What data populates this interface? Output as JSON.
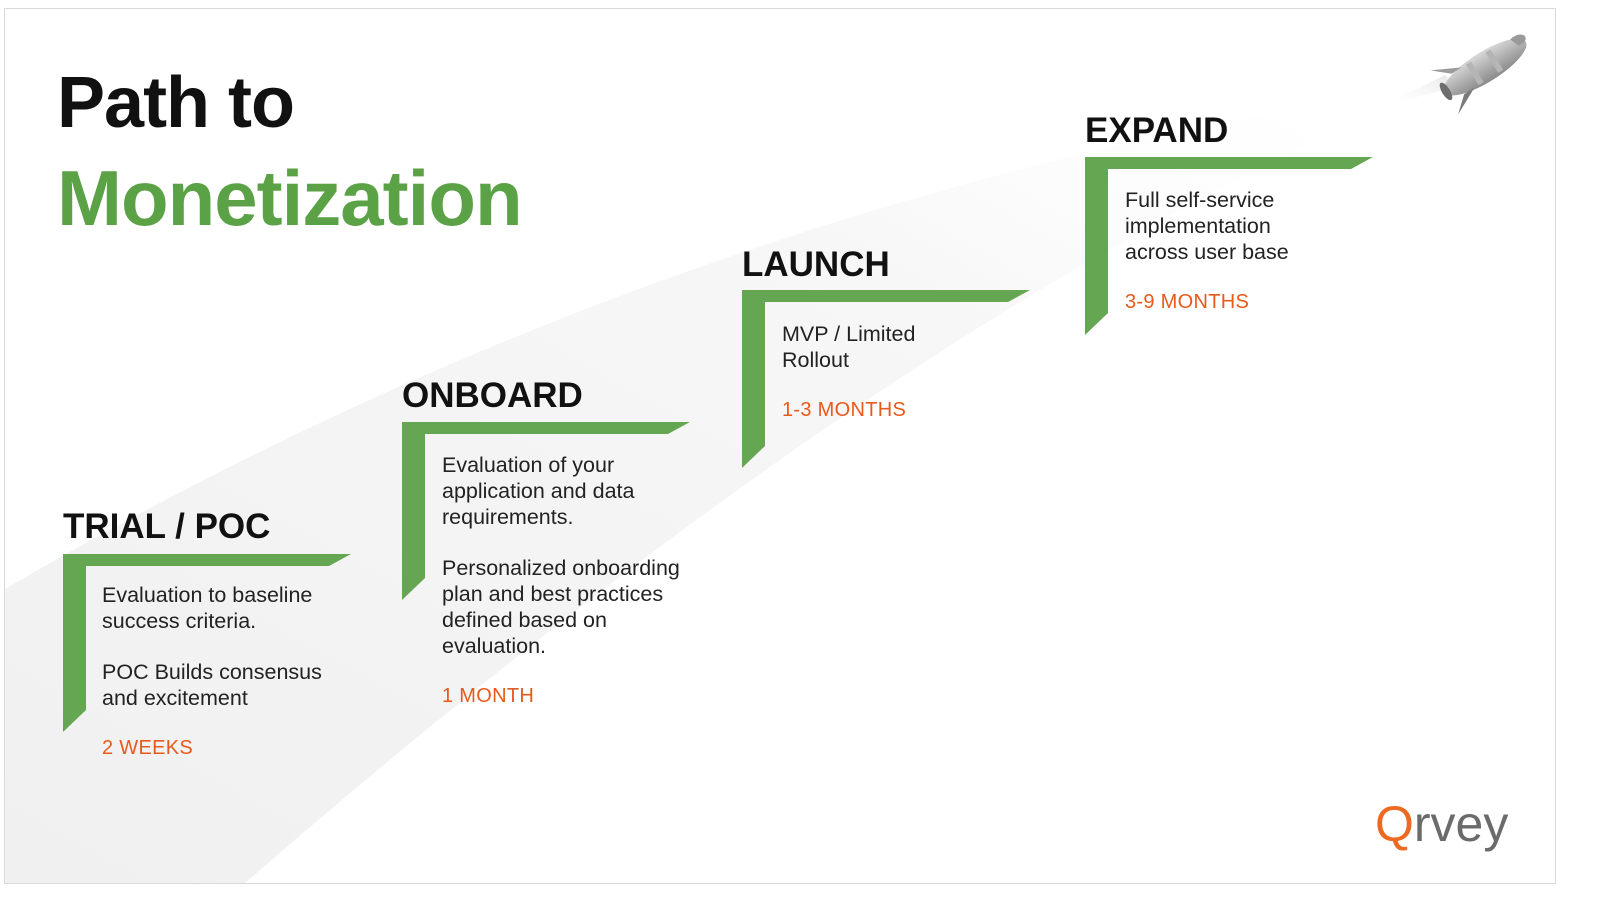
{
  "title": {
    "line1": "Path to",
    "line2": "Monetization"
  },
  "colors": {
    "green": "#64a651",
    "title_green": "#5aa245",
    "orange": "#e85a1a",
    "text": "#111111"
  },
  "steps": [
    {
      "title": "TRIAL / POC",
      "paragraphs": [
        "Evaluation to baseline success criteria.",
        "POC Builds consensus and excitement"
      ],
      "duration": "2 WEEKS"
    },
    {
      "title": "ONBOARD",
      "paragraphs": [
        "Evaluation of your application and data requirements.",
        "Personalized onboarding plan and best practices defined based on evaluation."
      ],
      "duration": "1 MONTH"
    },
    {
      "title": "LAUNCH",
      "paragraphs": [
        "MVP / Limited Rollout"
      ],
      "duration": "1-3 MONTHS"
    },
    {
      "title": "EXPAND",
      "paragraphs": [
        "Full self-service implementation across user base"
      ],
      "duration": "3-9 MONTHS"
    }
  ],
  "decor": {
    "rocket_icon": "rocket-icon"
  },
  "logo": {
    "first_letter": "Q",
    "rest": "rvey"
  }
}
